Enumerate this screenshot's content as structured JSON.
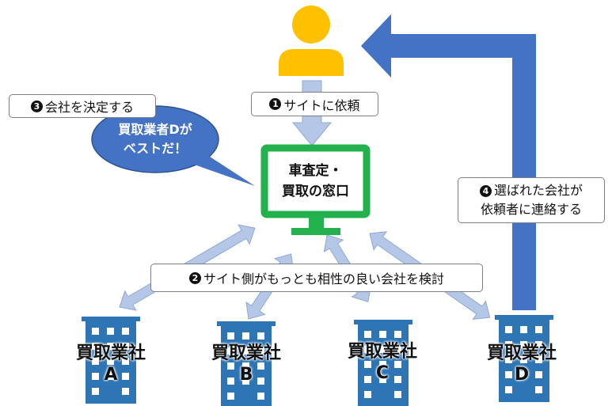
{
  "labels": {
    "step1": {
      "num": "1",
      "text": "サイトに依頼"
    },
    "step2": {
      "num": "2",
      "text": "サイト側がもっとも相性の良い会社を検討"
    },
    "step3": {
      "num": "3",
      "text": "会社を決定する"
    },
    "step4": {
      "num": "4",
      "line1": "選ばれた会社が",
      "line2": "依頼者に連絡する"
    }
  },
  "speech_bubble": {
    "line1": "買取業者Dが",
    "line2": "ベストだ！"
  },
  "monitor": {
    "line1": "車査定・",
    "line2": "買取の窓口"
  },
  "buildings": [
    {
      "title": "買取業社",
      "letter": "A"
    },
    {
      "title": "買取業社",
      "letter": "B"
    },
    {
      "title": "買取業社",
      "letter": "C"
    },
    {
      "title": "買取業社",
      "letter": "D"
    }
  ],
  "colors": {
    "person": "#ffc000",
    "monitor": "#22b14c",
    "blue_arrow": "#4472c4",
    "light_arrow": "#b4c7e7",
    "building": "#2e75b6",
    "bubble": "#4472c4"
  }
}
